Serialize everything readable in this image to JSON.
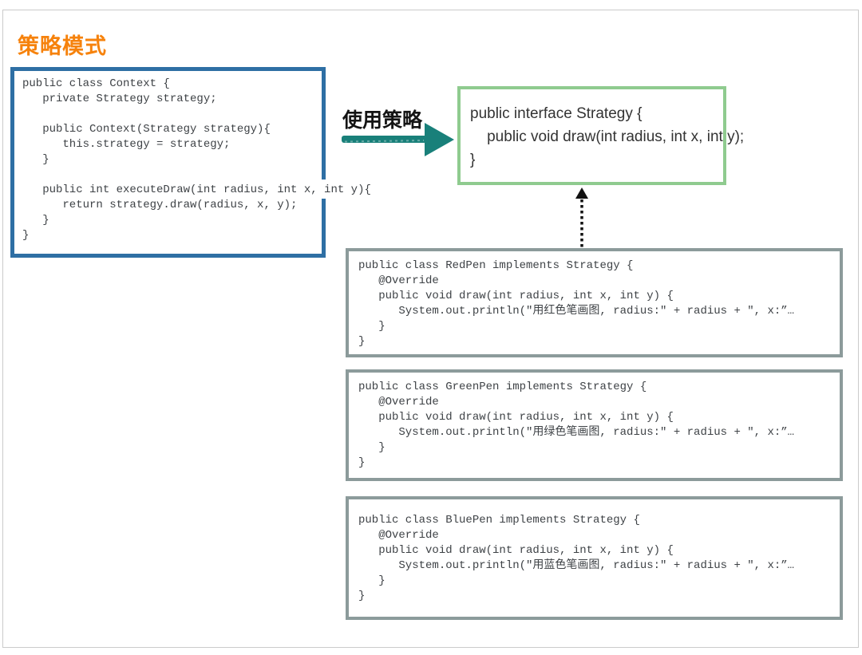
{
  "slide": {
    "title": "策略模式"
  },
  "colors": {
    "title_orange": "#f6820c",
    "context_border_blue": "#2e6fa4",
    "strategy_border_green": "#8fcb8f",
    "impl_border_gray": "#8c9b9b",
    "arrow_teal": "#19807a",
    "code_text": "#3e4246"
  },
  "context_box": {
    "code": [
      "public class Context {",
      "   private Strategy strategy;",
      "",
      "   public Context(Strategy strategy){",
      "      this.strategy = strategy;",
      "   }",
      "",
      "   public int executeDraw(int radius, int x, int y){",
      "      return strategy.draw(radius, x, y);",
      "   }",
      "}"
    ]
  },
  "use_arrow": {
    "label": "使用策略"
  },
  "strategy_box": {
    "code": [
      "public interface Strategy {",
      "    public void draw(int radius, int x, int y);",
      "}"
    ]
  },
  "impl_boxes": [
    {
      "name": "RedPen",
      "code": [
        "public class RedPen implements Strategy {",
        "   @Override",
        "   public void draw(int radius, int x, int y) {",
        "      System.out.println(\"用红色笔画图, radius:\" + radius + \", x:”…",
        "   }",
        "}"
      ]
    },
    {
      "name": "GreenPen",
      "code": [
        "public class GreenPen implements Strategy {",
        "   @Override",
        "   public void draw(int radius, int x, int y) {",
        "      System.out.println(\"用绿色笔画图, radius:\" + radius + \", x:”…",
        "   }",
        "}"
      ]
    },
    {
      "name": "BluePen",
      "code": [
        "public class BluePen implements Strategy {",
        "   @Override",
        "   public void draw(int radius, int x, int y) {",
        "      System.out.println(\"用蓝色笔画图, radius:\" + radius + \", x:”…",
        "   }",
        "}"
      ]
    }
  ]
}
